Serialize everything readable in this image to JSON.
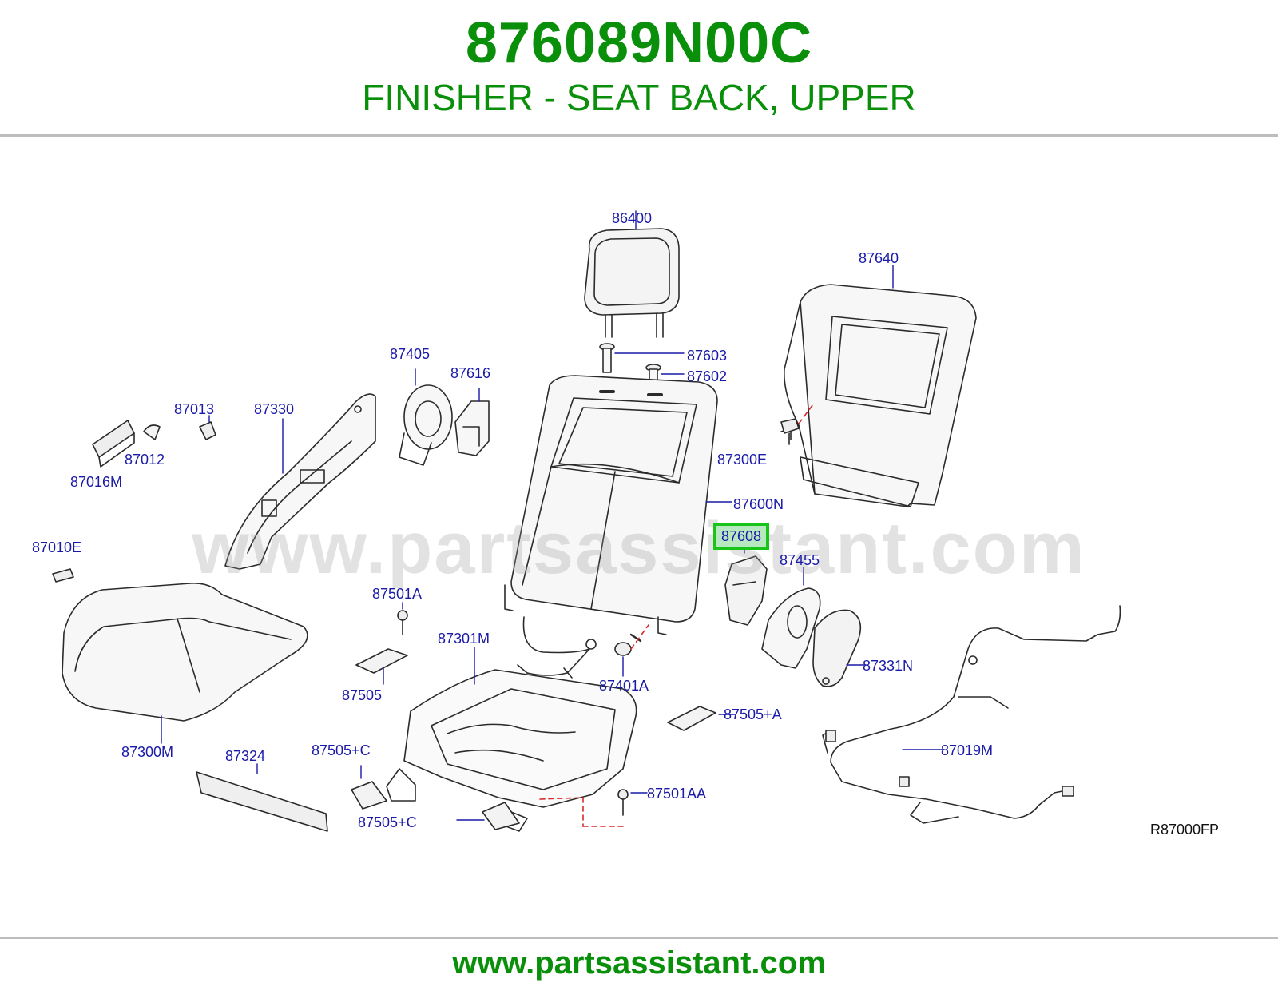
{
  "header": {
    "part_number": "876089N00C",
    "part_title": "FINISHER - SEAT BACK, UPPER"
  },
  "diagram": {
    "watermark": "www.partsassistant.com",
    "reference_code": "R87000FP",
    "highlighted_label": "87608",
    "labels": {
      "l86400": "86400",
      "l87640": "87640",
      "l87603": "87603",
      "l87602": "87602",
      "l87405": "87405",
      "l87616": "87616",
      "l87013": "87013",
      "l87330": "87330",
      "l87012": "87012",
      "l87016m": "87016M",
      "l87300e": "87300E",
      "l87600n": "87600N",
      "l87608": "87608",
      "l87455": "87455",
      "l87010e": "87010E",
      "l87501a": "87501A",
      "l87301m": "87301M",
      "l87331n": "87331N",
      "l87505": "87505",
      "l87401a": "87401A",
      "l87505a": "87505+A",
      "l87300m": "87300M",
      "l87324": "87324",
      "l87505c1": "87505+C",
      "l87019m": "87019M",
      "l87501aa": "87501AA",
      "l87505c2": "87505+C"
    }
  },
  "footer": {
    "url": "www.partsassistant.com"
  },
  "colors": {
    "brand_green": "#0a8f0a",
    "label_blue": "#1a1aa8",
    "highlight_border": "#17c417",
    "highlight_fill": "#b8e8c0",
    "rule_gray": "#bdbdbd"
  }
}
